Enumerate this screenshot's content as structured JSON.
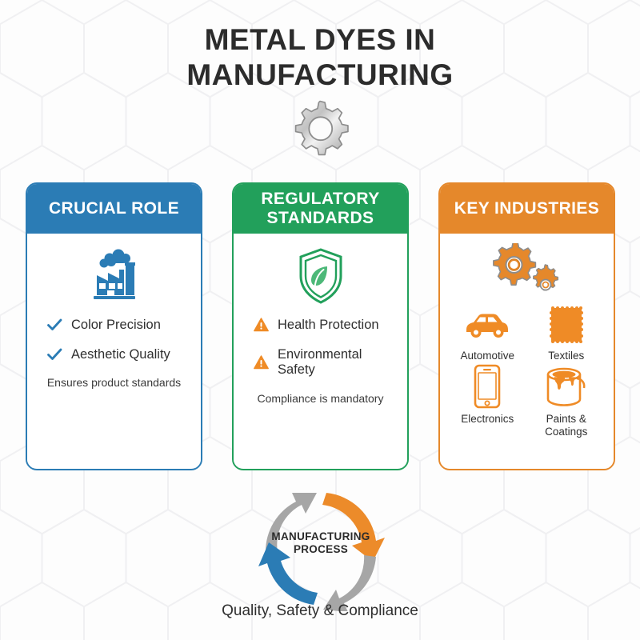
{
  "title": {
    "line1": "METAL DYES IN",
    "line2": "MANUFACTURING"
  },
  "header_icon": "gear-icon",
  "colors": {
    "blue": "#2b7cb5",
    "green": "#22a05b",
    "orange": "#e5882b",
    "gray": "#a6a6a6",
    "text_dark": "#2c2c2c",
    "background": "#fdfdfd"
  },
  "cards": [
    {
      "id": "crucial-role",
      "header": "CRUCIAL ROLE",
      "header_lines": [
        "CRUCIAL ROLE"
      ],
      "accent": "#2b7cb5",
      "icon": "factory-icon",
      "bullets": [
        {
          "icon": "check-icon",
          "label": "Color Precision"
        },
        {
          "icon": "check-icon",
          "label": "Aesthetic Quality"
        }
      ],
      "footnote": "Ensures product standards"
    },
    {
      "id": "regulatory-standards",
      "header": "REGULATORY STANDARDS",
      "header_lines": [
        "REGULATORY",
        "STANDARDS"
      ],
      "accent": "#22a05b",
      "icon": "shield-leaf-icon",
      "bullets": [
        {
          "icon": "warning-triangle-icon",
          "label": "Health Protection"
        },
        {
          "icon": "warning-triangle-icon",
          "label": "Environmental Safety"
        }
      ],
      "footnote": "Compliance is mandatory"
    },
    {
      "id": "key-industries",
      "header": "KEY INDUSTRIES",
      "header_lines": [
        "KEY INDUSTRIES"
      ],
      "accent": "#e5882b",
      "icon": "two-gears-icon",
      "industries": [
        {
          "icon": "car-icon",
          "label": "Automotive"
        },
        {
          "icon": "fabric-swatch-icon",
          "label": "Textiles"
        },
        {
          "icon": "smartphone-icon",
          "label": "Electronics"
        },
        {
          "icon": "paint-can-icon",
          "label": "Paints & Coatings"
        }
      ]
    }
  ],
  "cycle": {
    "center_line1": "MANUFACTURING",
    "center_line2": "PROCESS",
    "segments": [
      {
        "name": "top-left-arrow",
        "color": "#a6a6a6"
      },
      {
        "name": "top-right-arrow",
        "color": "#e5882b"
      },
      {
        "name": "bottom-right-arrow",
        "color": "#a6a6a6"
      },
      {
        "name": "bottom-left-arrow",
        "color": "#2b7cb5"
      }
    ]
  },
  "bottom_caption": "Quality, Safety & Compliance"
}
